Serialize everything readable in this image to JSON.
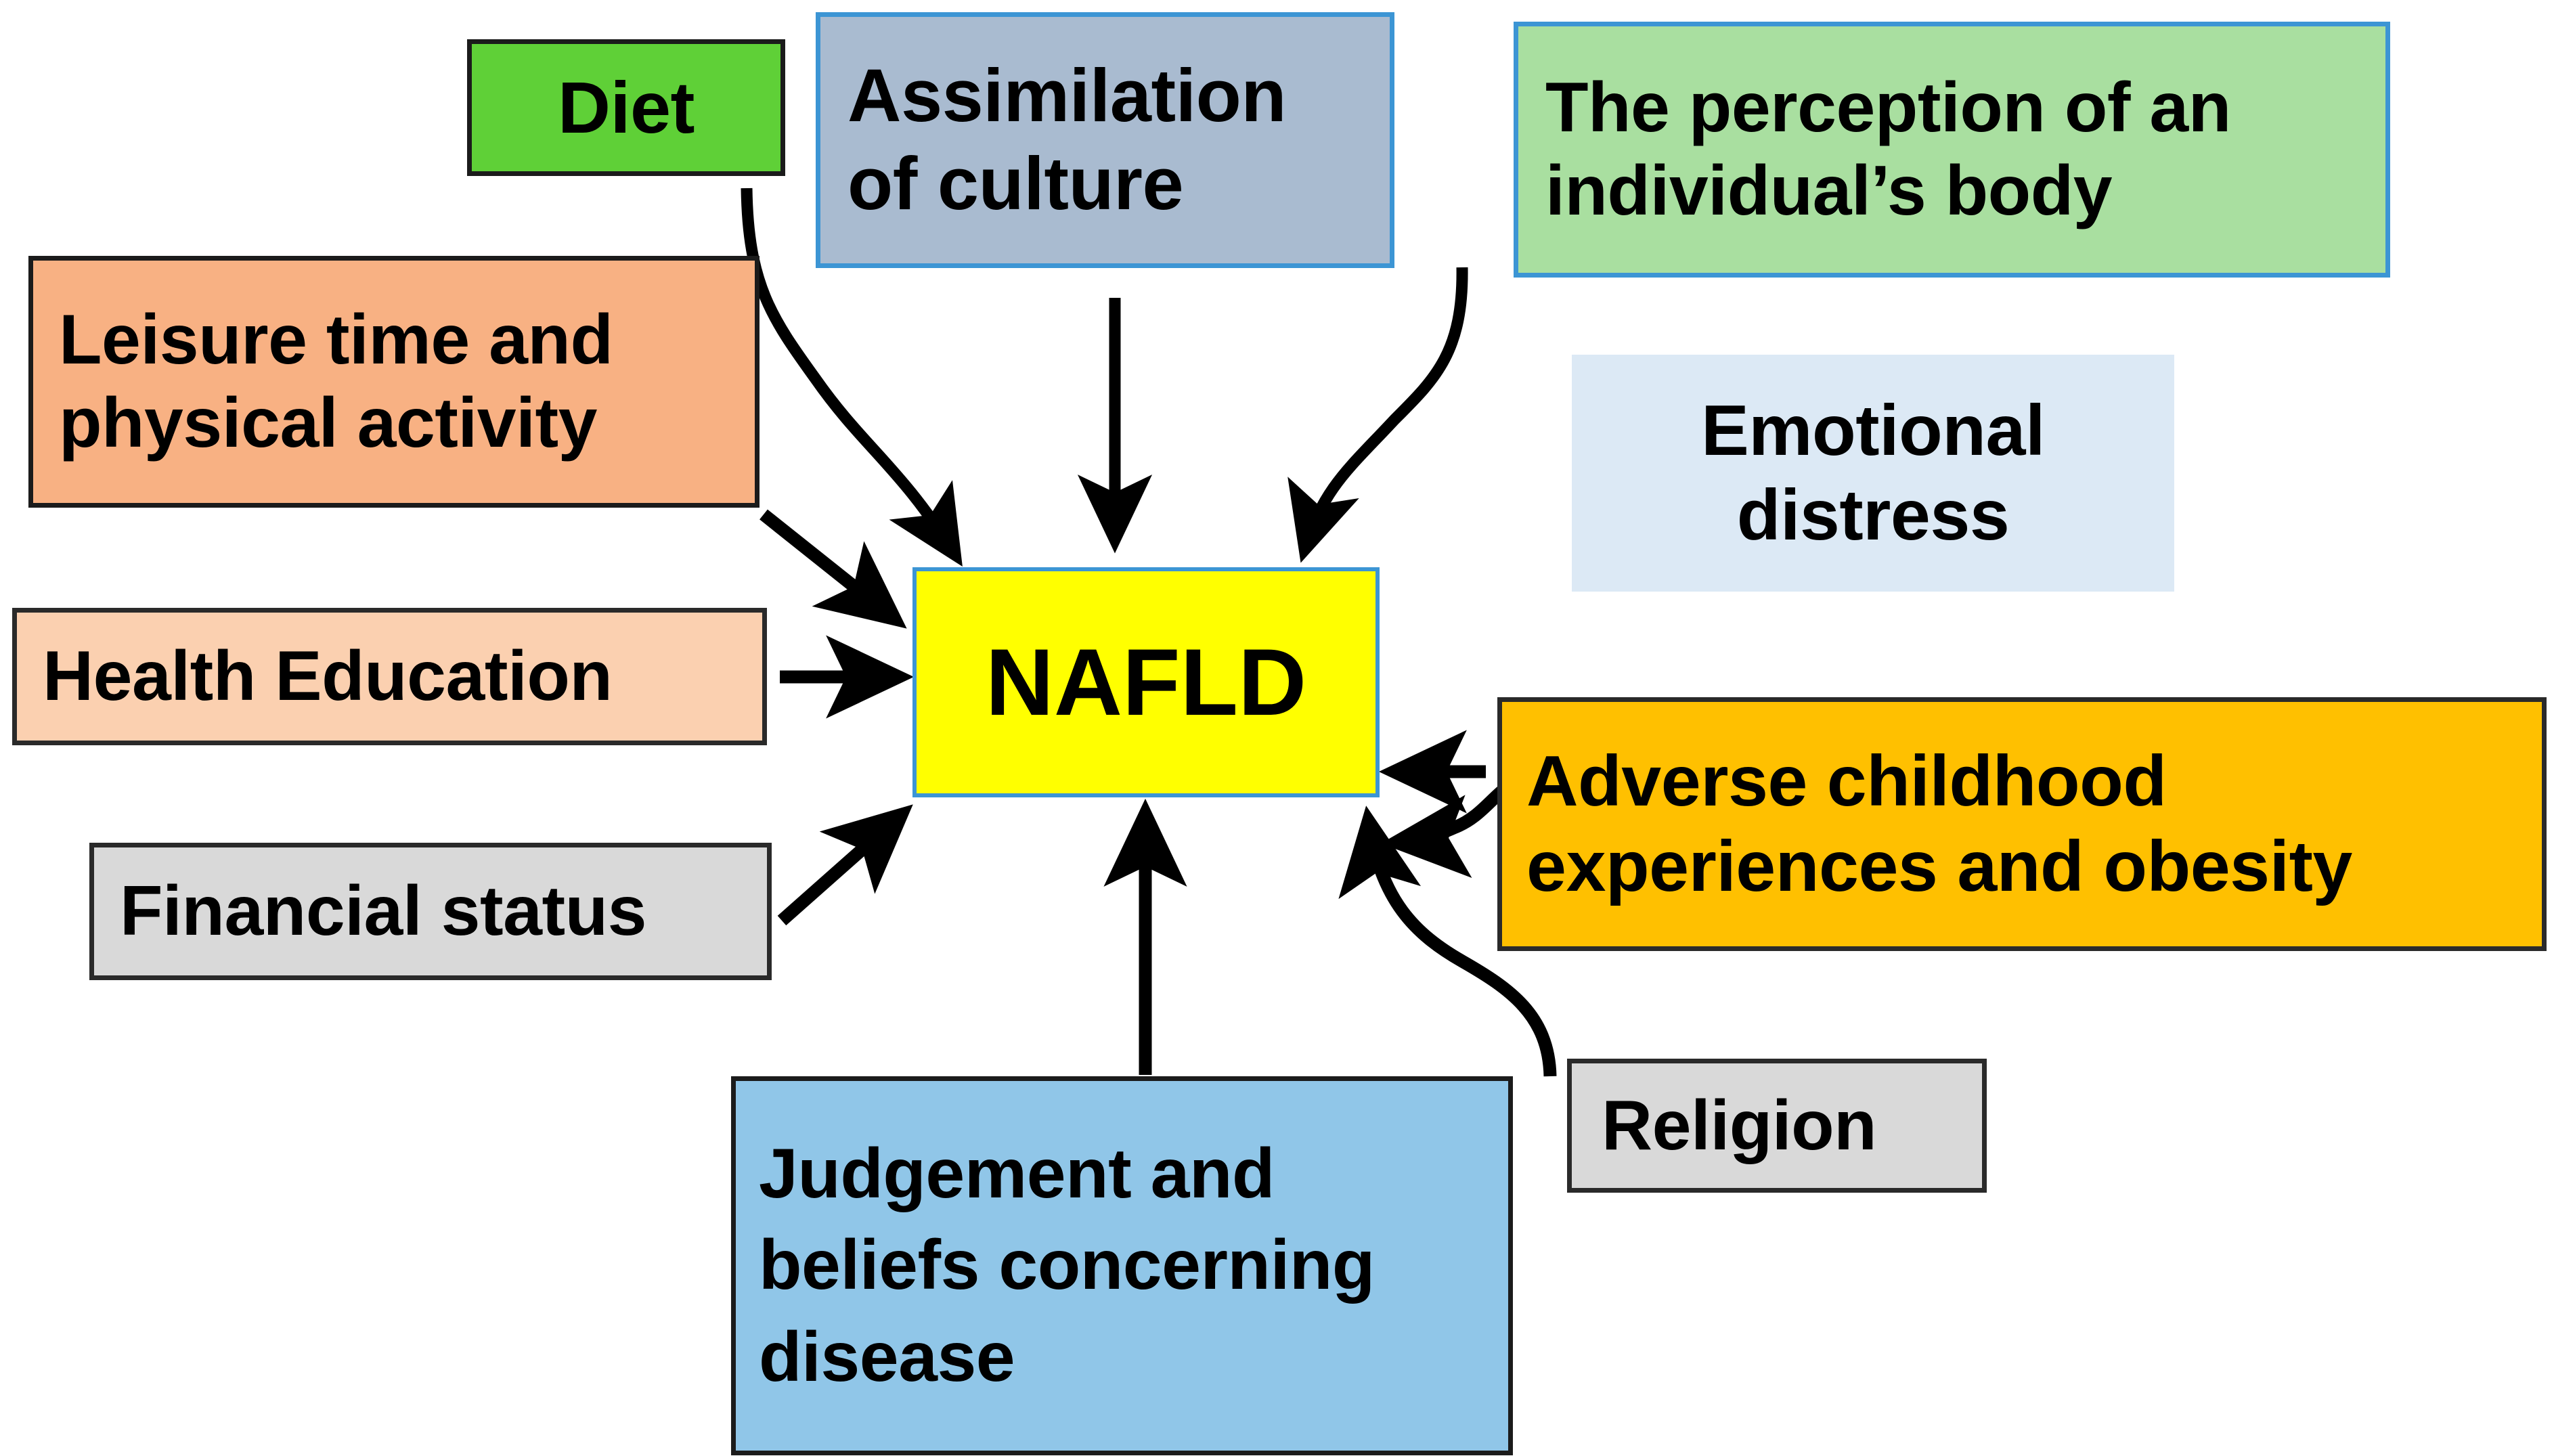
{
  "diagram": {
    "title_node": {
      "id": "nafld",
      "label": "NAFLD",
      "fill": "#FFFF00",
      "border": "#3C95D4"
    },
    "nodes": [
      {
        "id": "diet",
        "label": "Diet",
        "lines": [
          "Diet"
        ],
        "fill": "#5FD037",
        "border": "#1b1b1b"
      },
      {
        "id": "assimilation",
        "label": "Assimilation of culture",
        "lines": [
          "Assimilation",
          "of culture"
        ],
        "fill": "#A9BBD0",
        "border": "#3C95D4"
      },
      {
        "id": "perception",
        "label": "The perception of an individual’s body",
        "lines": [
          "The perception of an",
          "individual’s body"
        ],
        "fill": "#A9DFA0",
        "border": "#3C95D4"
      },
      {
        "id": "leisure",
        "label": "Leisure time and physical activity",
        "lines": [
          "Leisure time and",
          "physical activity"
        ],
        "fill": "#F8B183",
        "border": "#1b1b1b"
      },
      {
        "id": "health_edu",
        "label": "Health Education",
        "lines": [
          "Health Education"
        ],
        "fill": "#FBD0B0",
        "border": "#2a2a2a"
      },
      {
        "id": "financial",
        "label": "Financial status",
        "lines": [
          "Financial status"
        ],
        "fill": "#D9D9D9",
        "border": "#2a2a2a"
      },
      {
        "id": "emotional",
        "label": "Emotional distress",
        "lines": [
          "Emotional",
          "distress"
        ],
        "fill": "#DCE9F5",
        "border": "none"
      },
      {
        "id": "adverse",
        "label": "Adverse childhood experiences and obesity",
        "lines": [
          "Adverse childhood",
          "experiences and obesity"
        ],
        "fill": "#FFC000",
        "border": "#2a2a2a"
      },
      {
        "id": "religion",
        "label": "Religion",
        "lines": [
          "Religion"
        ],
        "fill": "#D9D9D9",
        "border": "#2a2a2a"
      },
      {
        "id": "judgement",
        "label": "Judgement and beliefs concerning disease",
        "lines": [
          "Judgement and",
          "beliefs concerning",
          "disease"
        ],
        "fill": "#90C6E8",
        "border": "#1b1b1b"
      }
    ],
    "edges": [
      {
        "from": "diet",
        "to": "nafld",
        "style": "curved-s"
      },
      {
        "from": "assimilation",
        "to": "nafld",
        "style": "straight-down"
      },
      {
        "from": "perception",
        "to": "nafld",
        "style": "curved-s"
      },
      {
        "from": "leisure",
        "to": "nafld",
        "style": "straight-diagonal"
      },
      {
        "from": "health_edu",
        "to": "nafld",
        "style": "straight-right"
      },
      {
        "from": "financial",
        "to": "nafld",
        "style": "straight-diagonal"
      },
      {
        "from": "emotional",
        "to": "nafld",
        "style": "curved-s"
      },
      {
        "from": "adverse",
        "to": "nafld",
        "style": "straight-left"
      },
      {
        "from": "religion",
        "to": "nafld",
        "style": "curved-s"
      },
      {
        "from": "judgement",
        "to": "nafld",
        "style": "straight-up"
      }
    ],
    "arrow_color": "#000000",
    "background": "#ffffff"
  }
}
